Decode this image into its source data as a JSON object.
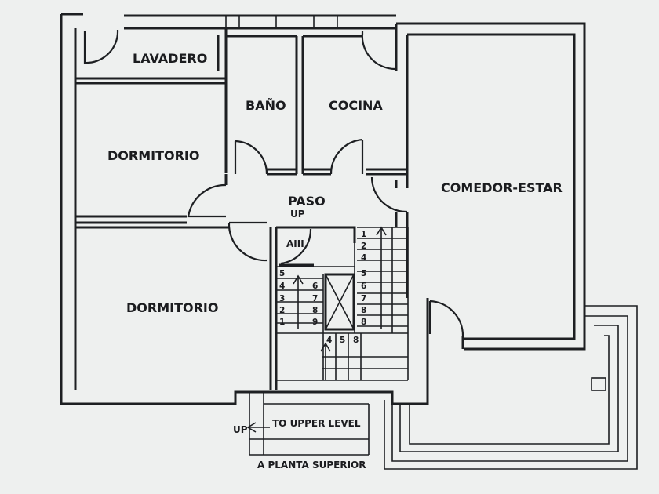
{
  "rooms": {
    "lavadero": "LAVADERO",
    "bano": "BAÑO",
    "cocina": "COCINA",
    "dormitorio_top": "DORMITORIO",
    "dormitorio_bottom": "DORMITORIO",
    "paso": "PASO",
    "comedor": "COMEDOR-ESTAR"
  },
  "labels": {
    "up_stair": "UP",
    "aiii": "AIII",
    "up_upper": "UP",
    "to_upper_level": "TO UPPER LEVEL",
    "a_planta_superior": "A PLANTA SUPERIOR"
  },
  "stairs": {
    "left_flight": [
      "5",
      "4",
      "3",
      "2",
      "1"
    ],
    "middle_flight": [
      "6",
      "7",
      "8",
      "9"
    ],
    "bottom_flight": [
      "4",
      "5",
      "8"
    ],
    "right_flight": [
      "1",
      "2",
      "4",
      "5",
      "6",
      "7",
      "8",
      "8"
    ]
  }
}
